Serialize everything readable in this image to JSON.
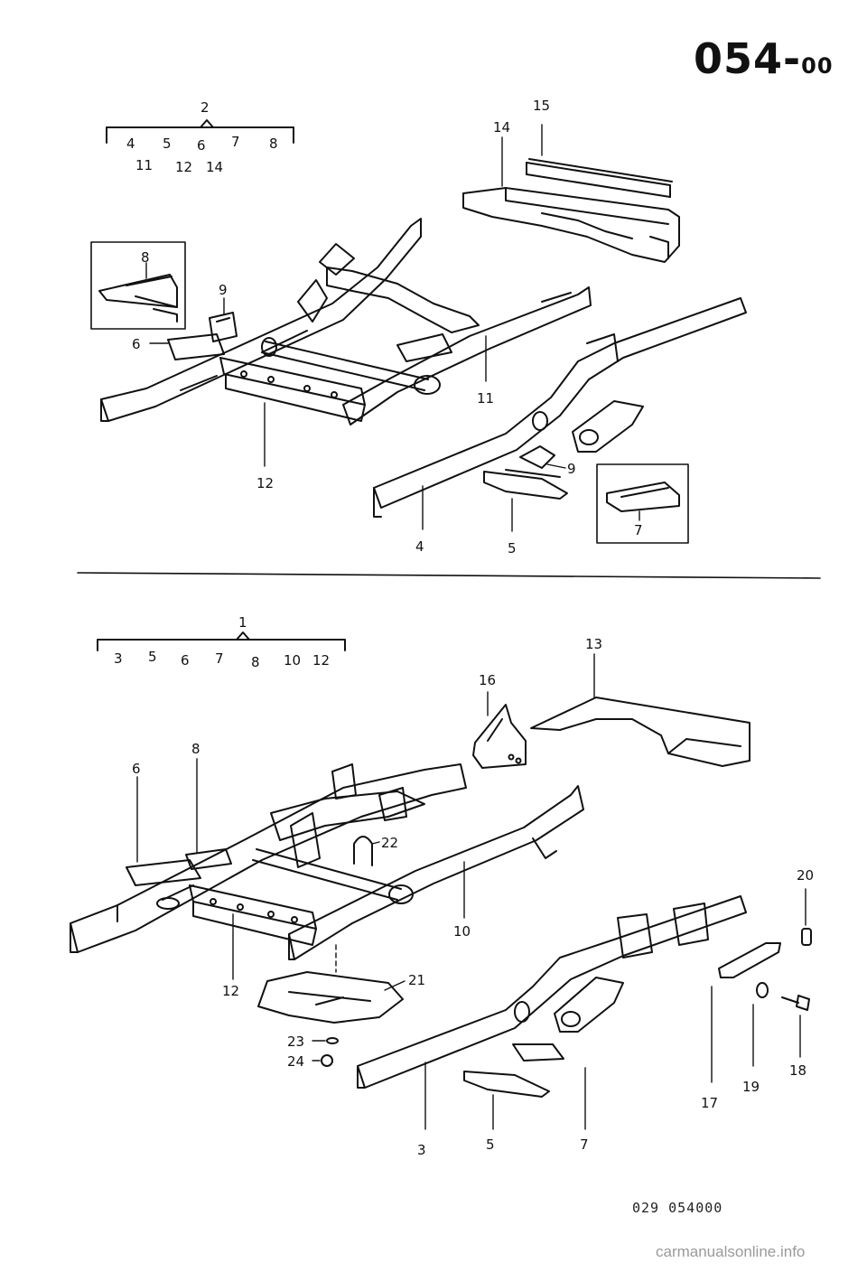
{
  "page_number": {
    "main": "054",
    "sub": "00",
    "dash": "-"
  },
  "upper_group": {
    "head": "2",
    "members_row1": [
      "4",
      "5",
      "6",
      "7",
      "8"
    ],
    "members_row2": [
      "11",
      "12",
      "14"
    ]
  },
  "upper_callouts": [
    "15",
    "14",
    "8",
    "9",
    "6",
    "11",
    "12",
    "9",
    "7",
    "4",
    "5"
  ],
  "lower_group": {
    "head": "1",
    "members": [
      "3",
      "5",
      "6",
      "7",
      "8",
      "10",
      "12"
    ]
  },
  "lower_callouts": [
    "13",
    "16",
    "8",
    "6",
    "22",
    "20",
    "10",
    "12",
    "21",
    "23",
    "24",
    "17",
    "19",
    "18",
    "3",
    "5",
    "7"
  ],
  "footer_code": "029 054000",
  "watermark": "carmanualsonline.info",
  "colors": {
    "ink": "#111111",
    "paper": "#ffffff",
    "watermark": "#9a9a9a"
  }
}
